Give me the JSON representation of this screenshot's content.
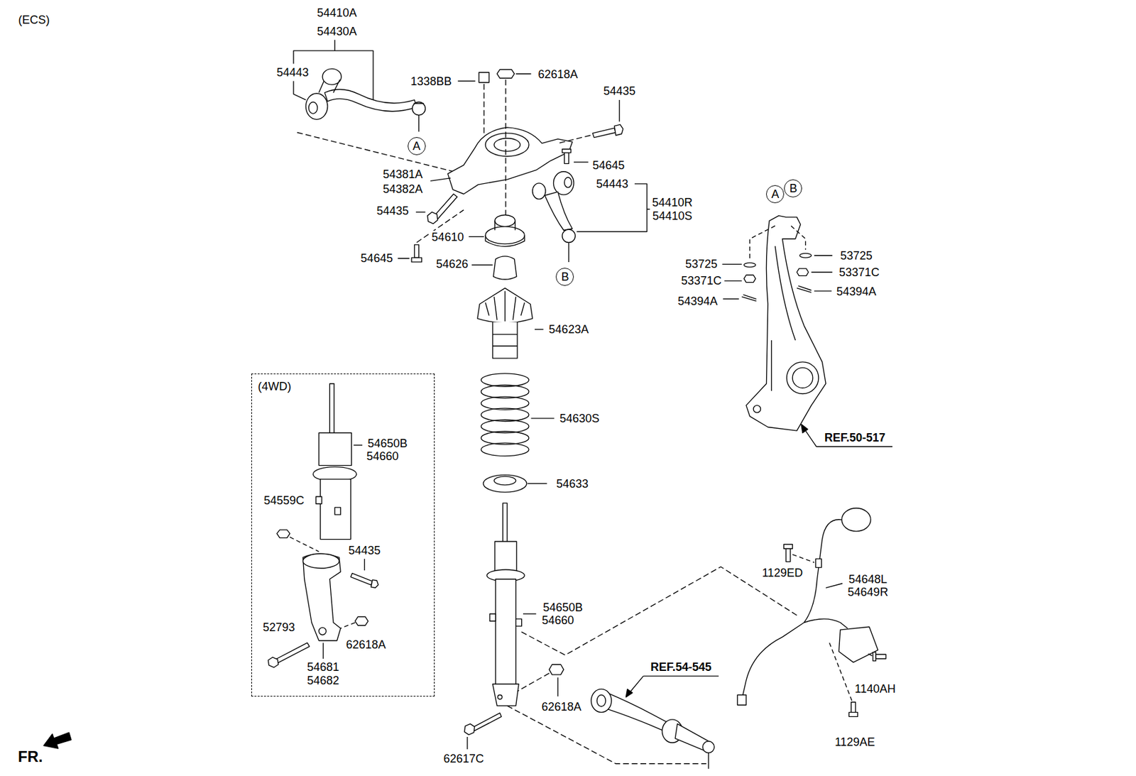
{
  "diagram": {
    "nodes": [
      {
        "text": [
          "A"
        ]
      },
      {
        "text": [
          "B"
        ]
      },
      {
        "text": [
          "A"
        ]
      },
      {
        "text": [
          "B"
        ]
      },
      {
        "text": [
          "(4WD)"
        ]
      }
    ],
    "labels": [
      "(ECS)",
      "54410A",
      "54430A",
      "54443",
      "1338BB",
      "62618A",
      "54435",
      "54645",
      "54381A",
      "54443",
      "54382A",
      "54410R",
      "54435",
      "54410S",
      "54610",
      "53725",
      "54645",
      "53725",
      "54626",
      "53371C",
      "53371C",
      "54394A",
      "54394A",
      "54623A",
      "54630S",
      "REF.50-517",
      "54650B",
      "54660",
      "54633",
      "54559C",
      "54435",
      "1129ED",
      "54648L",
      "54649R",
      "54650B",
      "54660",
      "52793",
      "62618A",
      "54681",
      "REF.54-545",
      "54682",
      "1140AH",
      "62618A",
      "1129AE",
      "FR.",
      "62617C"
    ]
  }
}
